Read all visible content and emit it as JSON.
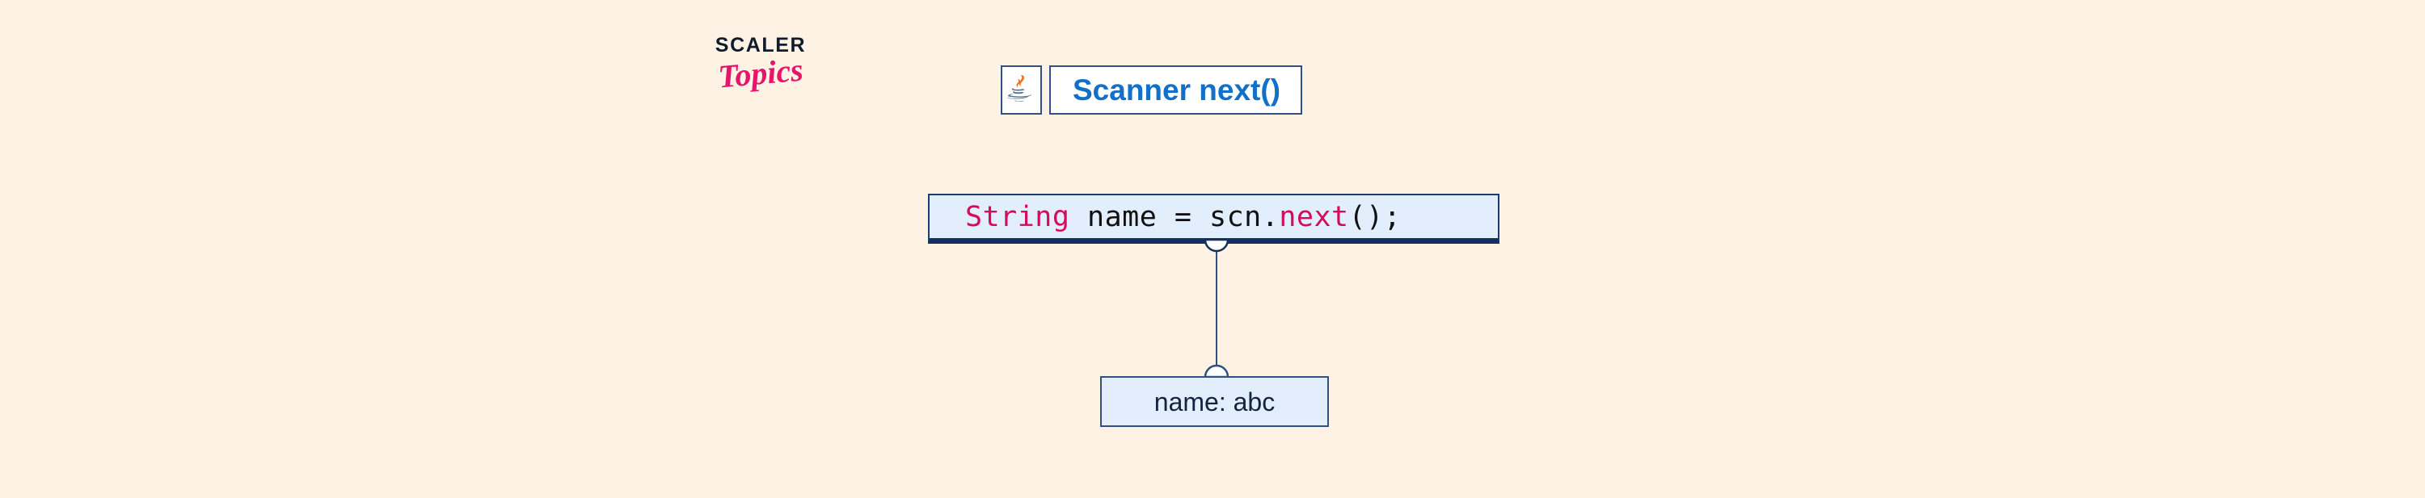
{
  "page": {
    "background_color": "#fdf2e4"
  },
  "branding": {
    "name": "scaler-topics-logo",
    "line1": "SCALER",
    "line2": "Topics",
    "line1_color": "#111b2e",
    "line2_color": "#e8136b"
  },
  "header": {
    "java_icon": "java-coffee-cup-icon",
    "title": "Scanner next()",
    "title_color": "#1270c9",
    "box_border_color": "#2e5181",
    "box_background": "#ffffff"
  },
  "code_block": {
    "name": "java-code-statement",
    "full_text": "String name = scn.next();",
    "tokens": [
      {
        "text": "String",
        "type": "type-keyword",
        "color": "#d30d58"
      },
      {
        "text": " name = scn.",
        "type": "plain",
        "color": "#111111"
      },
      {
        "text": "next",
        "type": "method-name",
        "color": "#d30d58"
      },
      {
        "text": "();",
        "type": "plain",
        "color": "#111111"
      }
    ],
    "background": "#e2eefb",
    "border_color": "#1d3b70",
    "bottom_border_color": "#15305f"
  },
  "connector": {
    "name": "code-to-value-connector",
    "stroke_color": "#2e5181",
    "endpoint_shape": "half-circle",
    "endpoint_fill": "#ffffff"
  },
  "value_box": {
    "name": "variable-value-box",
    "label": "name: abc",
    "variable": "name",
    "value": "abc",
    "background": "#e2eefb",
    "border_color": "#2e5181",
    "text_color": "#14233f"
  }
}
